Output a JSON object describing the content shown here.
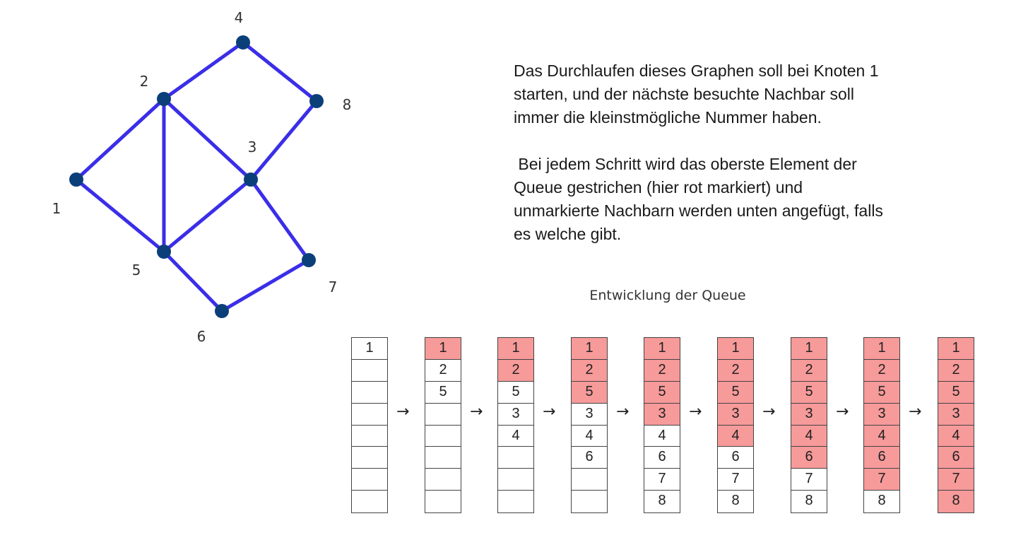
{
  "description": {
    "paragraph1": [
      "Das Durchlaufen dieses Graphen soll bei Knoten 1",
      "starten, und der nächste besuchte Nachbar soll",
      "immer die kleinstmögliche Nummer haben."
    ],
    "paragraph2": [
      " Bei jedem Schritt wird das oberste Element der",
      "Queue gestrichen (hier rot markiert) und",
      "unmarkierte Nachbarn werden unten angefügt, falls",
      "es welche gibt."
    ]
  },
  "graph": {
    "edge_color": "#3a2ee8",
    "node_color": "#0b3f7a",
    "nodes": [
      {
        "id": "1",
        "label": "1"
      },
      {
        "id": "2",
        "label": "2"
      },
      {
        "id": "3",
        "label": "3"
      },
      {
        "id": "4",
        "label": "4"
      },
      {
        "id": "5",
        "label": "5"
      },
      {
        "id": "6",
        "label": "6"
      },
      {
        "id": "7",
        "label": "7"
      },
      {
        "id": "8",
        "label": "8"
      }
    ],
    "edges": [
      [
        "1",
        "2"
      ],
      [
        "1",
        "5"
      ],
      [
        "2",
        "4"
      ],
      [
        "2",
        "5"
      ],
      [
        "2",
        "3"
      ],
      [
        "4",
        "8"
      ],
      [
        "8",
        "3"
      ],
      [
        "3",
        "5"
      ],
      [
        "3",
        "7"
      ],
      [
        "5",
        "6"
      ],
      [
        "6",
        "7"
      ]
    ]
  },
  "queue": {
    "title": "Entwicklung der Queue",
    "highlight_color": "#f79a9a",
    "arrow": "→",
    "slots": 8,
    "steps": [
      {
        "items": [
          "1"
        ],
        "removed": 0
      },
      {
        "items": [
          "1",
          "2",
          "5"
        ],
        "removed": 1
      },
      {
        "items": [
          "1",
          "2",
          "5",
          "3",
          "4"
        ],
        "removed": 2
      },
      {
        "items": [
          "1",
          "2",
          "5",
          "3",
          "4",
          "6"
        ],
        "removed": 3
      },
      {
        "items": [
          "1",
          "2",
          "5",
          "3",
          "4",
          "6",
          "7",
          "8"
        ],
        "removed": 4
      },
      {
        "items": [
          "1",
          "2",
          "5",
          "3",
          "4",
          "6",
          "7",
          "8"
        ],
        "removed": 5
      },
      {
        "items": [
          "1",
          "2",
          "5",
          "3",
          "4",
          "6",
          "7",
          "8"
        ],
        "removed": 6
      },
      {
        "items": [
          "1",
          "2",
          "5",
          "3",
          "4",
          "6",
          "7",
          "8"
        ],
        "removed": 7
      },
      {
        "items": [
          "1",
          "2",
          "5",
          "3",
          "4",
          "6",
          "7",
          "8"
        ],
        "removed": 8
      }
    ]
  }
}
